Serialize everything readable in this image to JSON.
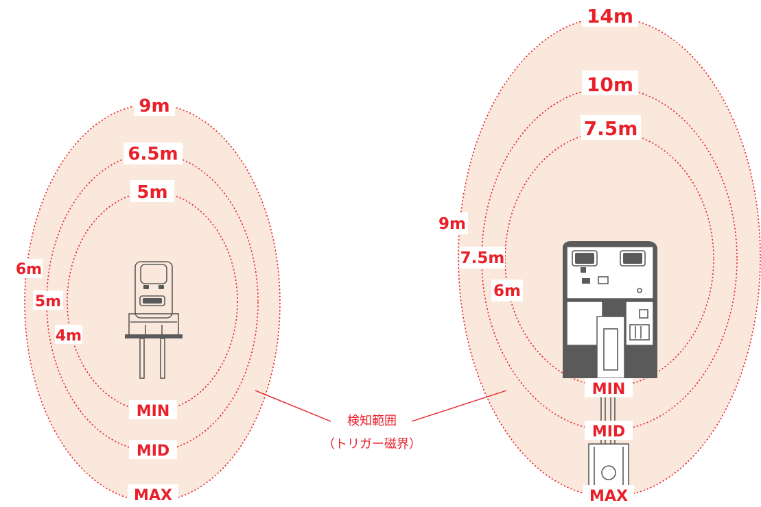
{
  "colors": {
    "accent": "#e8202a",
    "zone_fill": "#fbe8dc",
    "equipment": "#5a5a5a"
  },
  "left_zone": {
    "front_labels": [
      "9m",
      "6.5m",
      "5m"
    ],
    "side_labels": [
      "6m",
      "5m",
      "4m"
    ],
    "mode_labels": [
      "MIN",
      "MID",
      "MAX"
    ]
  },
  "right_zone": {
    "front_labels": [
      "14m",
      "10m",
      "7.5m"
    ],
    "side_labels": [
      "9m",
      "7.5m",
      "6m"
    ],
    "mode_labels": [
      "MIN",
      "MID",
      "MAX"
    ]
  },
  "callout": {
    "line1": "検知範囲",
    "line2": "（トリガー磁界）"
  },
  "icons": {
    "left_vehicle": "forklift-icon",
    "right_vehicle": "excavator-icon"
  }
}
